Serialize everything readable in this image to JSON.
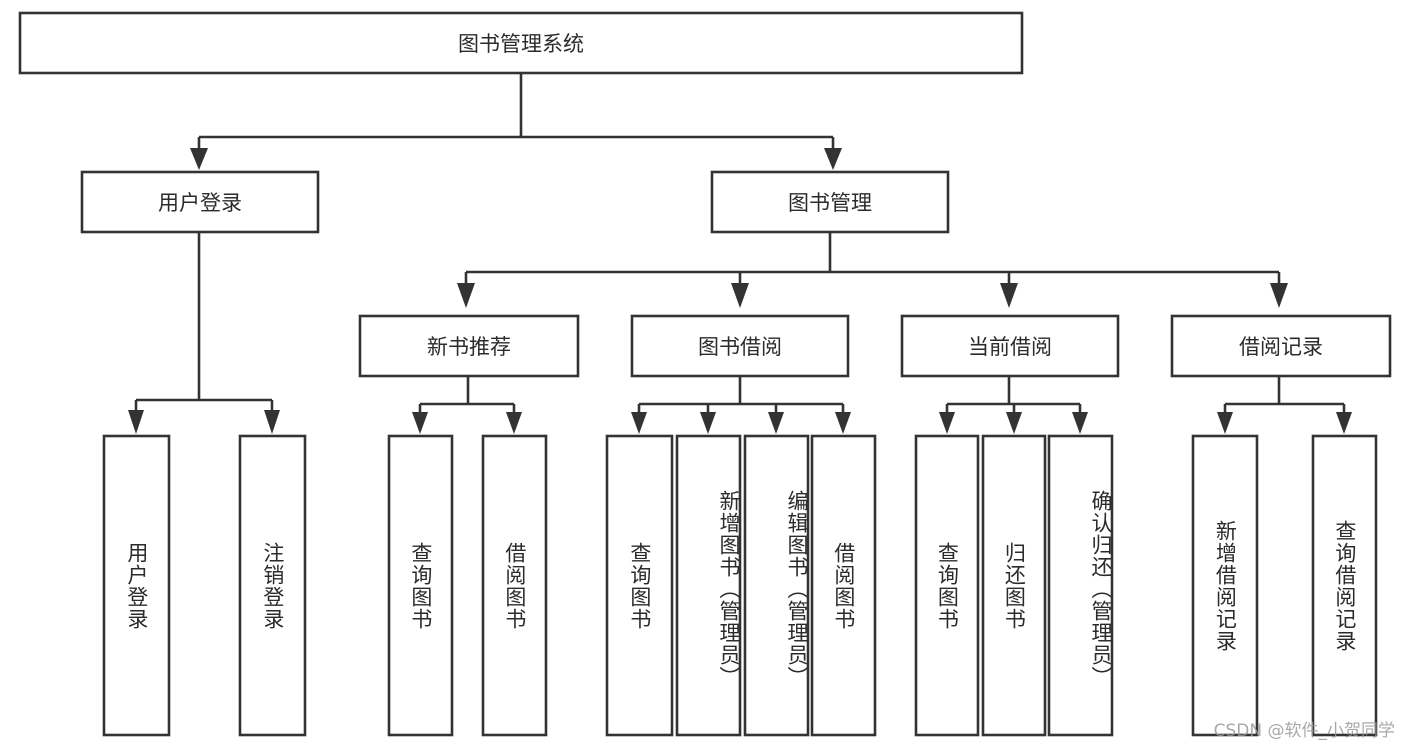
{
  "diagram": {
    "title": "图书管理系统",
    "watermark": "CSDN @软件_小贺同学",
    "colors": {
      "box_stroke": "#333333",
      "box_fill": "#ffffff",
      "text": "#2b2b2b",
      "background": "#ffffff",
      "watermark": "#9a9a9a"
    },
    "root": {
      "label": "图书管理系统"
    },
    "level2": [
      {
        "label": "用户登录"
      },
      {
        "label": "图书管理"
      }
    ],
    "level3": [
      {
        "label": "新书推荐"
      },
      {
        "label": "图书借阅"
      },
      {
        "label": "当前借阅"
      },
      {
        "label": "借阅记录"
      }
    ],
    "leaves": {
      "user_login": [
        {
          "label": "用户登录"
        },
        {
          "label": "注销登录"
        }
      ],
      "new_book_recommend": [
        {
          "label": "查询图书"
        },
        {
          "label": "借阅图书"
        }
      ],
      "book_borrow": [
        {
          "label": "查询图书"
        },
        {
          "label": "新增图书（管理员）"
        },
        {
          "label": "编辑图书（管理员）"
        },
        {
          "label": "借阅图书"
        }
      ],
      "current_borrow": [
        {
          "label": "查询图书"
        },
        {
          "label": "归还图书"
        },
        {
          "label": "确认归还（管理员）"
        }
      ],
      "borrow_record": [
        {
          "label": "新增借阅记录"
        },
        {
          "label": "查询借阅记录"
        }
      ]
    }
  },
  "chart_data": {
    "type": "table",
    "title": "图书管理系统",
    "hierarchy": [
      {
        "label": "图书管理系统",
        "children": [
          {
            "label": "用户登录",
            "children": [
              {
                "label": "用户登录"
              },
              {
                "label": "注销登录"
              }
            ]
          },
          {
            "label": "图书管理",
            "children": [
              {
                "label": "新书推荐",
                "children": [
                  {
                    "label": "查询图书"
                  },
                  {
                    "label": "借阅图书"
                  }
                ]
              },
              {
                "label": "图书借阅",
                "children": [
                  {
                    "label": "查询图书"
                  },
                  {
                    "label": "新增图书（管理员）"
                  },
                  {
                    "label": "编辑图书（管理员）"
                  },
                  {
                    "label": "借阅图书"
                  }
                ]
              },
              {
                "label": "当前借阅",
                "children": [
                  {
                    "label": "查询图书"
                  },
                  {
                    "label": "归还图书"
                  },
                  {
                    "label": "确认归还（管理员）"
                  }
                ]
              },
              {
                "label": "借阅记录",
                "children": [
                  {
                    "label": "新增借阅记录"
                  },
                  {
                    "label": "查询借阅记录"
                  }
                ]
              }
            ]
          }
        ]
      }
    ]
  }
}
